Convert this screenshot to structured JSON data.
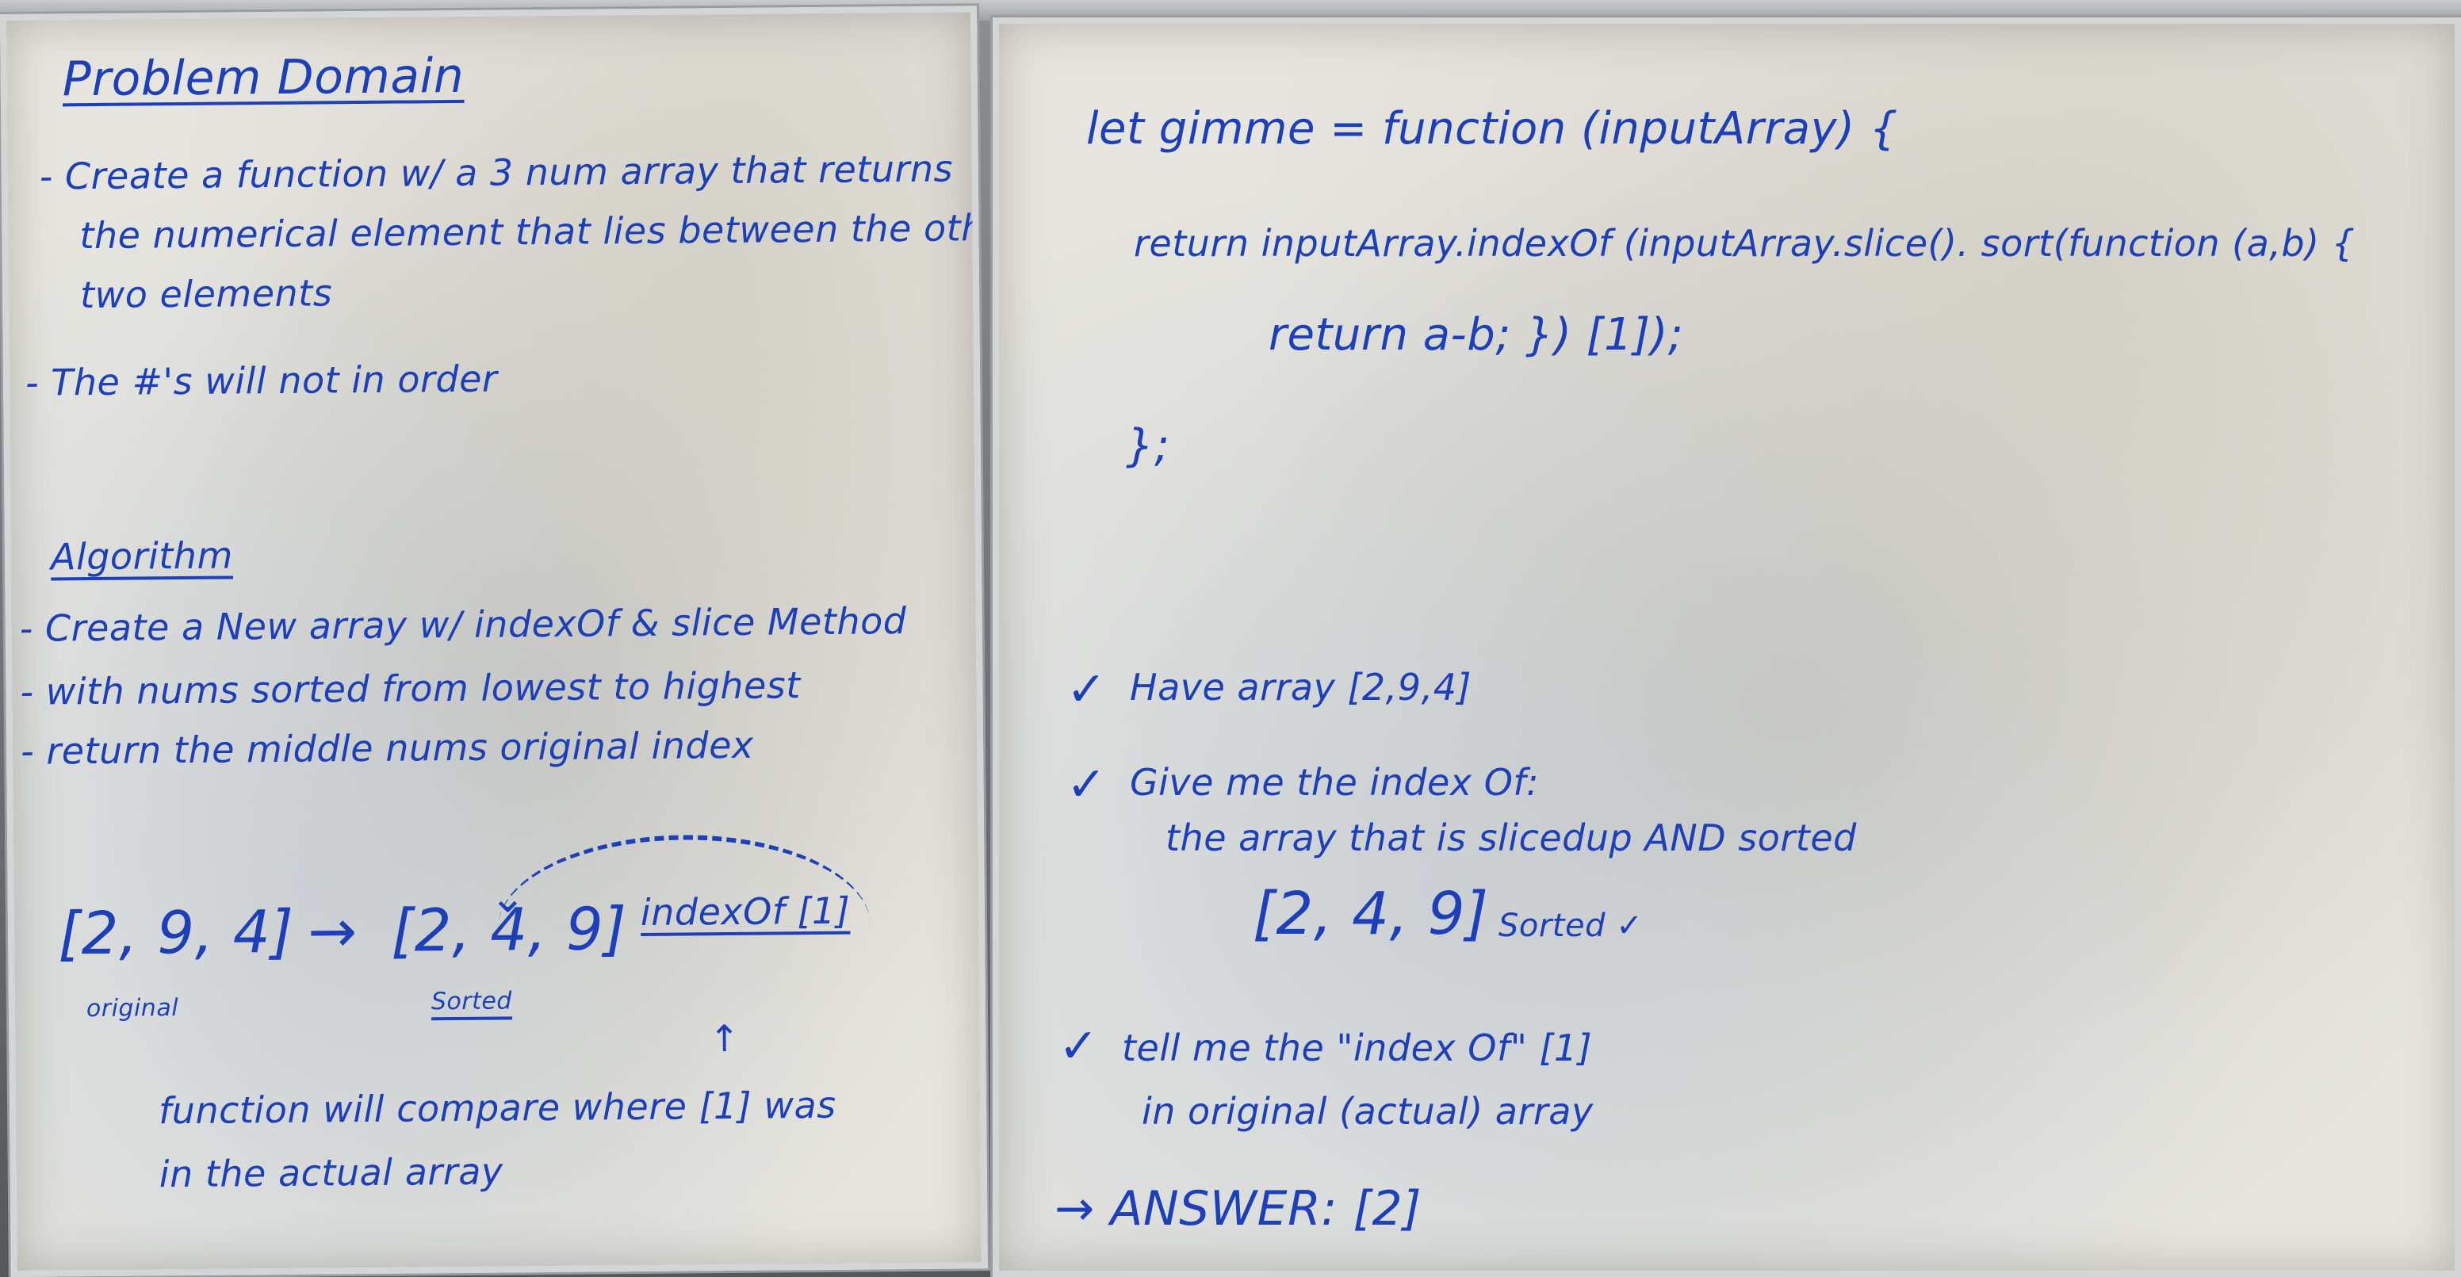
{
  "left_board": {
    "problem_domain_heading": "Problem Domain",
    "pd_line1": "- Create a function w/ a 3 num array that returns",
    "pd_line2": "the numerical element that lies between the other",
    "pd_line3": "two elements",
    "pd_line4": "- The #'s will not in order",
    "algorithm_heading": "Algorithm",
    "alg_line1": "- Create a New array w/ indexOf & slice Method",
    "alg_line2": "- with nums sorted from lowest to highest",
    "alg_line3": "- return the middle nums original index",
    "original_array": "[2, 9, 4]",
    "arrow": "→",
    "sorted_array": "[2, 4, 9]",
    "original_label": "original",
    "sorted_label": "Sorted",
    "indexof_text": "indexOf [1]",
    "up_arrow": "↑",
    "compare_line1": "function will compare where [1] was",
    "compare_line2": "in the actual array"
  },
  "right_board": {
    "code_line1": "let gimme = function (inputArray) {",
    "code_line2": "return inputArray.indexOf (inputArray.slice(). sort(function (a,b) {",
    "code_line3": "return a-b; }) [1]);",
    "code_line4": "};",
    "check_mark": "✓",
    "step1": "Have array [2,9,4]",
    "step2": "Give me the index Of:",
    "step2b": "the array that is slicedup AND sorted",
    "sorted_array": "[2, 4, 9]",
    "sorted_note": "Sorted ✓",
    "step3": "tell me the \"index Of\" [1]",
    "step3b": "in original (actual) array",
    "answer": "→ ANSWER: [2]"
  },
  "colors": {
    "marker_blue": "#1d3fb8",
    "board_white": "#e6e5df",
    "frame_gray": "#6f7275"
  }
}
